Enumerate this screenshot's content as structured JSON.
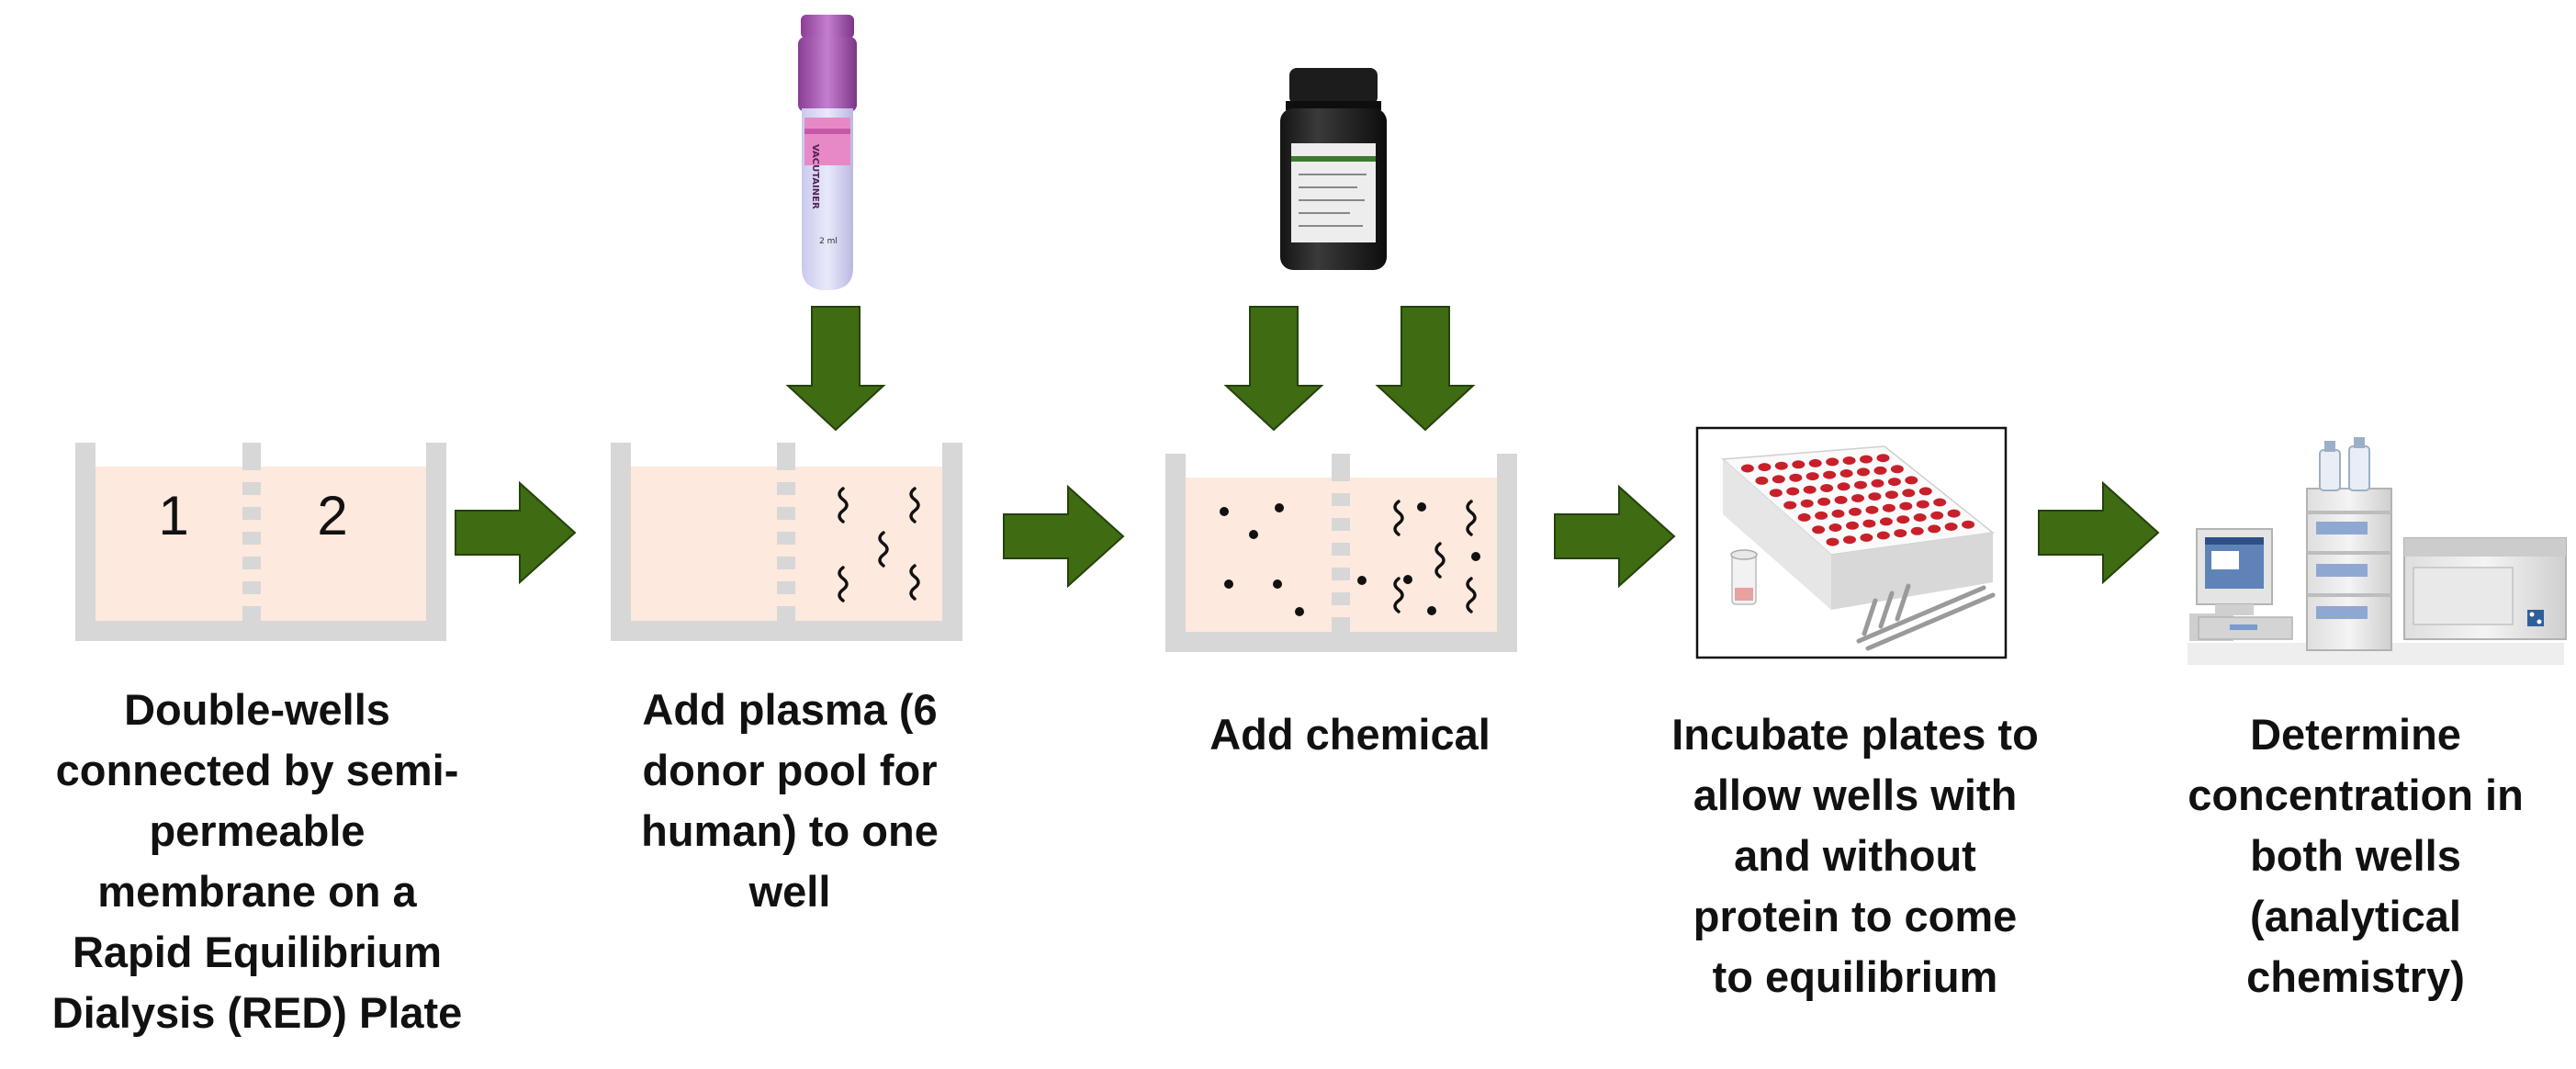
{
  "colors": {
    "arrow": "#3f6b12",
    "arrow_stroke": "#24420a",
    "well_wall": "#d7d7d7",
    "well_fill": "#fde9dd",
    "text": "#111111"
  },
  "wells": {
    "left_number": "1",
    "right_number": "2"
  },
  "tube_label": {
    "brand": "VACUTAINER",
    "volume": "2 ml"
  },
  "steps": [
    {
      "id": "step1",
      "icon": "red-plate-double-well-icon",
      "caption_lines": [
        "Double-wells",
        "connected by semi-",
        "permeable",
        "membrane on a",
        "Rapid Equilibrium",
        "Dialysis (RED) Plate"
      ]
    },
    {
      "id": "step2",
      "icon": "plasma-tube-icon",
      "caption_lines": [
        "Add plasma (6",
        "donor pool for",
        "human) to one",
        "well"
      ]
    },
    {
      "id": "step3",
      "icon": "chemical-bottle-icon",
      "caption_lines": [
        "Add chemical"
      ]
    },
    {
      "id": "step4",
      "icon": "incubation-plate-photo-icon",
      "caption_lines": [
        "Incubate plates to",
        "allow wells with",
        "and without",
        "protein to come",
        "to equilibrium"
      ]
    },
    {
      "id": "step5",
      "icon": "lc-ms-instrument-icon",
      "caption_lines": [
        "Determine",
        "concentration in",
        "both wells",
        "(analytical",
        "chemistry)"
      ]
    }
  ]
}
